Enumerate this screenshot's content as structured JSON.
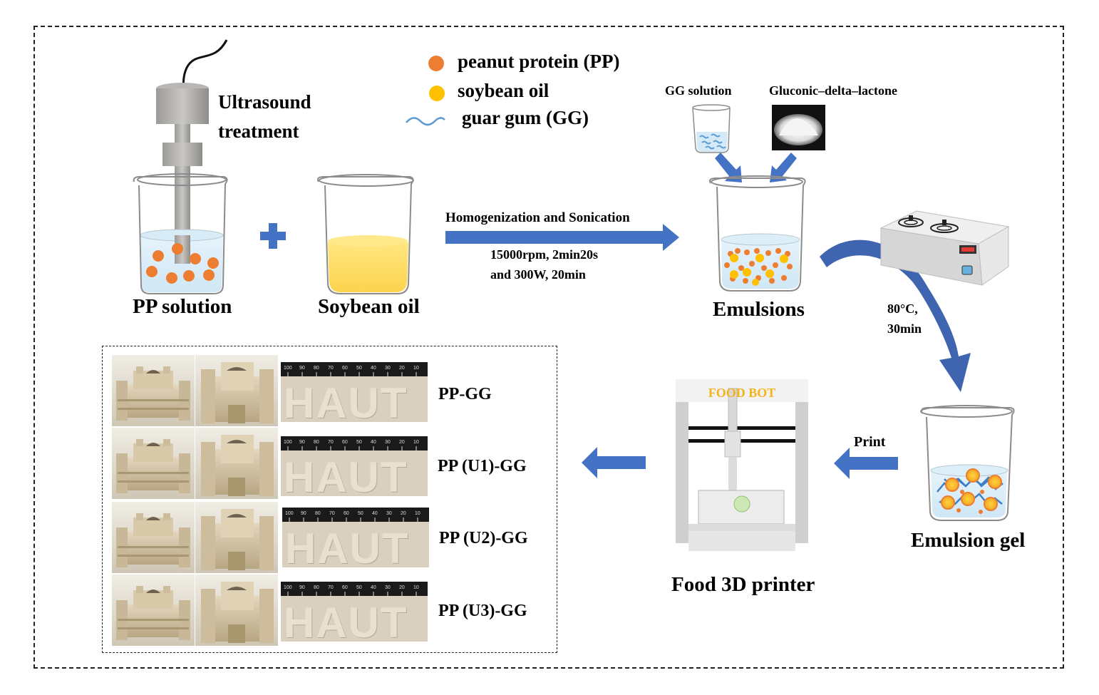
{
  "legend": {
    "items": [
      {
        "label": "peanut protein (PP)",
        "color": "#ed7d31",
        "icon": "orange-dot-icon"
      },
      {
        "label": "soybean oil",
        "color": "#ffc000",
        "icon": "yellow-dot-icon"
      },
      {
        "label": "guar gum (GG)",
        "color": "#5b9bd5",
        "icon": "blue-wave-icon"
      }
    ]
  },
  "steps": {
    "ultrasound": "Ultrasound treatment",
    "ultrasound_line1": "Ultrasound",
    "ultrasound_line2": "treatment",
    "pp_solution": "PP solution",
    "soybean_oil": "Soybean oil",
    "homogenization": "Homogenization and Sonication",
    "conditions_line1": "15000rpm, 2min20s",
    "conditions_line2": "and 300W, 20min",
    "gg_solution": "GG solution",
    "gdl": "Gluconic–delta–lactone",
    "emulsions": "Emulsions",
    "heat_line1": "80°C,",
    "heat_line2": "30min",
    "emulsion_gel": "Emulsion gel",
    "print": "Print",
    "printer_brand": "FOOD BOT",
    "printer": "Food 3D printer"
  },
  "samples": [
    {
      "label": "PP-GG",
      "text": "HAUT"
    },
    {
      "label": "PP (U1)-GG",
      "text": "HAUT"
    },
    {
      "label": "PP (U2)-GG",
      "text": "HAUT"
    },
    {
      "label": "PP (U3)-GG",
      "text": "HAUT"
    }
  ],
  "colors": {
    "arrow": "#4472c4",
    "protein": "#ed7d31",
    "oil": "#ffc000",
    "gum": "#5b9bd5",
    "print_bg": "#d8d0bc"
  }
}
